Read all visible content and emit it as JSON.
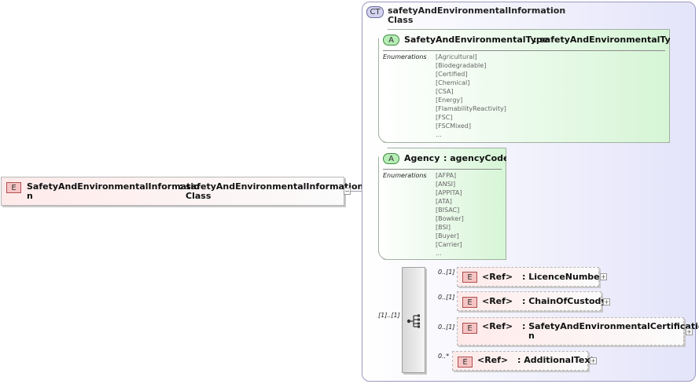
{
  "root": {
    "badge": "E",
    "name_line1": "SafetyAndEnvironmentalInformatio",
    "name_line2": "n",
    "type_line1": ": safetyAndEnvironmentalInformation",
    "type_line2": "Class",
    "expander": "−"
  },
  "complex_type": {
    "badge": "CT",
    "name_line1": "safetyAndEnvironmentalInformation",
    "name_line2": "Class"
  },
  "attributes": [
    {
      "badge": "A",
      "name": "SafetyAndEnvironmentalType",
      "type": ": safetyAndEnvironmentalType",
      "enum_label": "Enumerations",
      "values": [
        "[Agricultural]",
        "[Biodegradable]",
        "[Certified]",
        "[Chemical]",
        "[CSA]",
        "[Energy]",
        "[FlamabilityReactivity]",
        "[FSC]",
        "[FSCMixed]",
        "..."
      ]
    },
    {
      "badge": "A",
      "name": "Agency",
      "type": ": agencyCode",
      "enum_label": "Enumerations",
      "values": [
        "[AFPA]",
        "[ANSI]",
        "[APPITA]",
        "[ATA]",
        "[BISAC]",
        "[Bowker]",
        "[BSI]",
        "[Buyer]",
        "[Carrier]",
        "..."
      ]
    }
  ],
  "sequence": {
    "cardinality": "[1]..[1]"
  },
  "children": [
    {
      "badge": "E",
      "ref": "<Ref>",
      "name": ": LicenceNumber",
      "cardinality": "0..[1]",
      "expander": "+"
    },
    {
      "badge": "E",
      "ref": "<Ref>",
      "name": ": ChainOfCustody",
      "cardinality": "0..[1]",
      "expander": "+"
    },
    {
      "badge": "E",
      "ref": "<Ref>",
      "name_line1": ": SafetyAndEnvironmentalCertificatio",
      "name_line2": "n",
      "cardinality": "0..[1]",
      "expander": "+"
    },
    {
      "badge": "E",
      "ref": "<Ref>",
      "name": ": AdditionalText",
      "cardinality": "0..*",
      "expander": "+"
    }
  ]
}
